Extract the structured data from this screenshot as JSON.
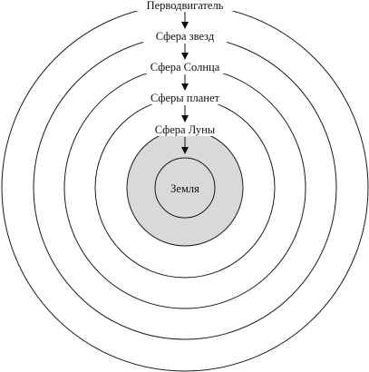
{
  "diagram": {
    "spheres": [
      {
        "label": "Перводвигатель"
      },
      {
        "label": "Сфера звезд"
      },
      {
        "label": "Сфера Солнца"
      },
      {
        "label": "Сферы  планет"
      },
      {
        "label": "Сфера Луны"
      }
    ],
    "center_label": "Земля",
    "colors": {
      "stroke": "#1a1a1a",
      "earth_fill": "#d9d9d9",
      "background": "#ffffff"
    }
  }
}
